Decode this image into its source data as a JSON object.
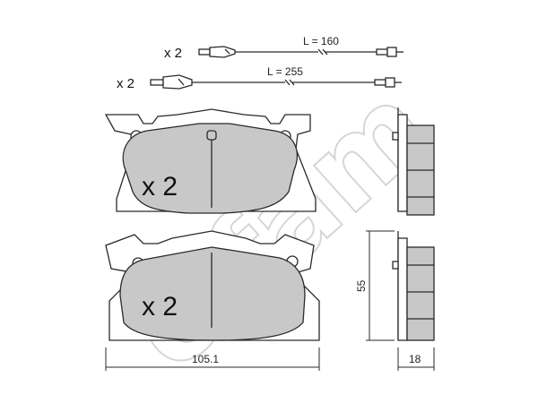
{
  "watermark": {
    "text": "cifam"
  },
  "sensors": [
    {
      "quantity": "x 2",
      "length_label": "L = 160"
    },
    {
      "quantity": "x 2",
      "length_label": "L = 255"
    }
  ],
  "pads": [
    {
      "quantity": "x 2"
    },
    {
      "quantity": "x 2"
    }
  ],
  "dimensions": {
    "width": "105.1",
    "height": "55",
    "thickness": "18"
  },
  "colors": {
    "pad_fill": "#c8c8c8",
    "line": "#2a2a2a",
    "watermark": "#d6d6d6"
  }
}
